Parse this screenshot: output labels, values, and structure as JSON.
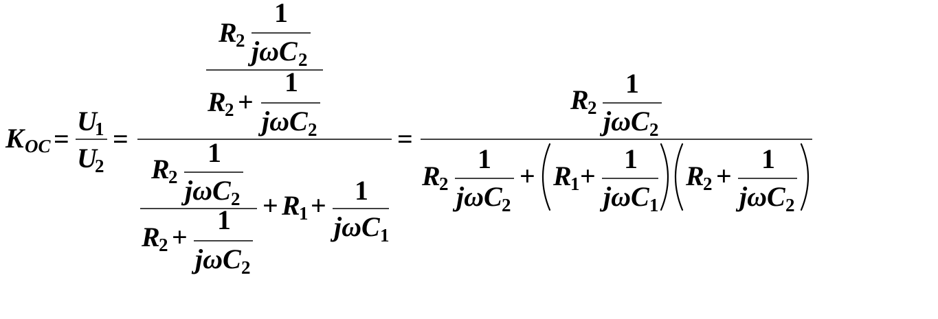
{
  "formula": {
    "lhs": {
      "symbol": "K",
      "subscript": "OC"
    },
    "ratio": {
      "top": "U",
      "top_sub": "1",
      "bottom": "U",
      "bottom_sub": "2"
    },
    "symbols": {
      "R": "R",
      "one": "1",
      "j_omega_C": "jωC",
      "sub1": "1",
      "sub2": "2",
      "plus": "+",
      "equals": "="
    }
  }
}
